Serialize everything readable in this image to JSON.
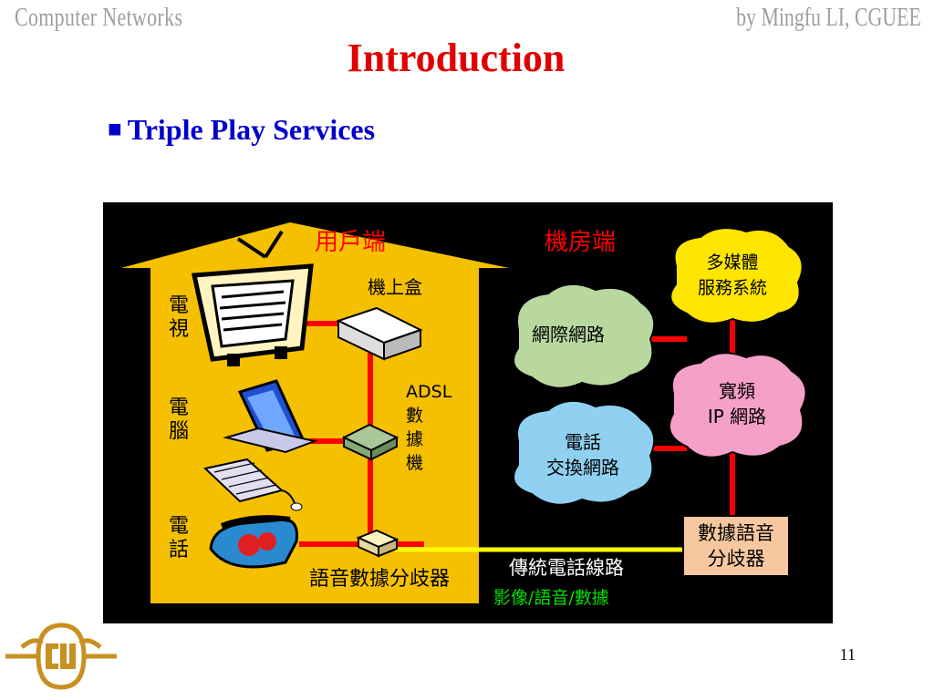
{
  "header": {
    "course": "Computer Networks",
    "author": "by Mingfu LI, CGUEE"
  },
  "slide": {
    "title": "Introduction",
    "bullet_marker": "■",
    "bullet": "Triple Play Services",
    "page_number": "11"
  },
  "diagram": {
    "user_side": "用戶端",
    "office_side": "機房端",
    "tv": "電\n視",
    "pc": "電\n腦",
    "phone": "電\n話",
    "set_top_box": "機上盒",
    "adsl_modem": "ADSL\n數\n據\n機",
    "splitter_user": "語音數據分歧器",
    "internet": "網際網路",
    "multimedia": "多媒體\n服務系統",
    "broadband_ip": "寬頻\nIP 網路",
    "pstn": "電話\n交換網路",
    "splitter_office": "數據語音\n分歧器",
    "phone_line": "傳統電話線路",
    "video_voice_data": "影像/語音/數據"
  },
  "colors": {
    "title": "#e00000",
    "bullet": "#0000cc",
    "house": "#f5c000",
    "link": "#ff0000",
    "phone_line": "#ffff00",
    "cloud_internet": "#b8d8a0",
    "cloud_multimedia": "#ffe600",
    "cloud_broadband": "#f5a0c8",
    "cloud_pstn": "#90d0f0",
    "splitter_box": "#f7c8a0"
  },
  "icons": [
    "tv-icon",
    "computer-icon",
    "phone-icon",
    "set-top-box-icon",
    "modem-icon",
    "splitter-icon",
    "cgu-logo"
  ]
}
